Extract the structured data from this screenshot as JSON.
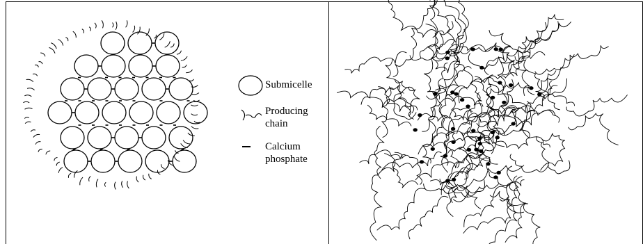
{
  "legend": {
    "submicelle_label": "Submicelle",
    "chain_label": "Producing chain",
    "phosphate_label": "Calcium phosphate"
  },
  "icons": {
    "submicelle": "circle-icon",
    "chain": "chain-icon",
    "phosphate": "dash-icon"
  },
  "colors": {
    "stroke": "#000000",
    "background": "#ffffff"
  }
}
